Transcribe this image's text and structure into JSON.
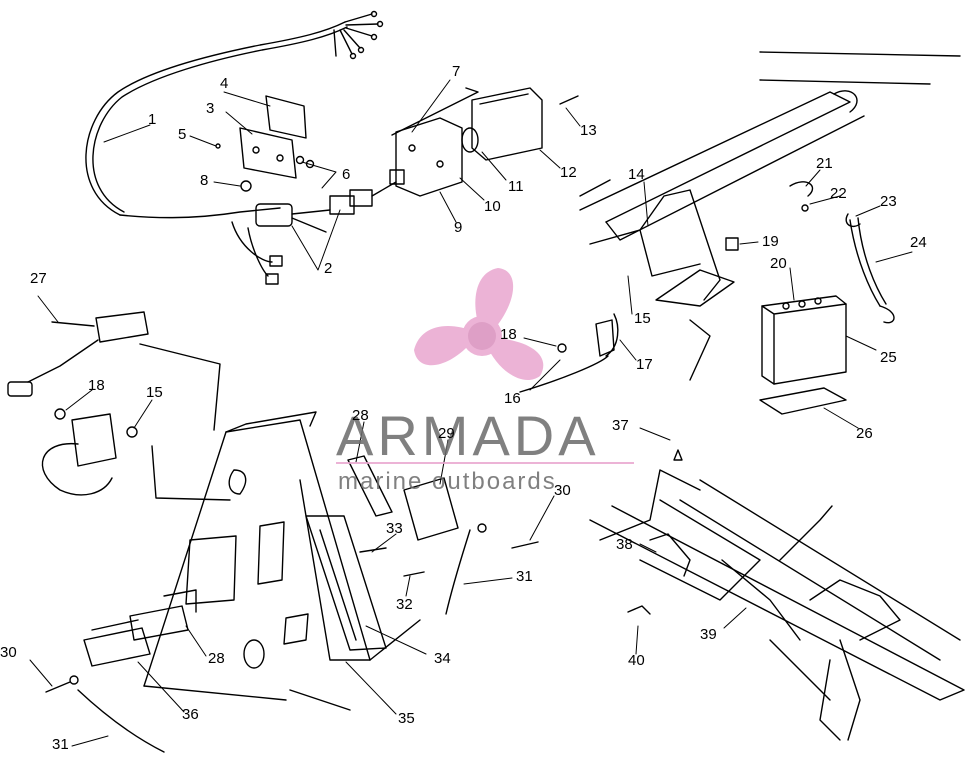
{
  "watermark": {
    "brand": "ARMADA",
    "tagline": "marine outboards",
    "colors": {
      "propeller": "#e9a6cf",
      "text": "#6b6b6b"
    }
  },
  "callouts": {
    "c1": "1",
    "c2": "2",
    "c3": "3",
    "c4": "4",
    "c5": "5",
    "c6": "6",
    "c7": "7",
    "c8": "8",
    "c9": "9",
    "c10": "10",
    "c11": "11",
    "c12": "12",
    "c13": "13",
    "c14": "14",
    "c15a": "15",
    "c15b": "15",
    "c16": "16",
    "c17": "17",
    "c18a": "18",
    "c18b": "18",
    "c19": "19",
    "c20": "20",
    "c21": "21",
    "c22": "22",
    "c23": "23",
    "c24": "24",
    "c25": "25",
    "c26": "26",
    "c27": "27",
    "c28a": "28",
    "c28b": "28",
    "c29": "29",
    "c30a": "30",
    "c30b": "30",
    "c31a": "31",
    "c31b": "31",
    "c32": "32",
    "c33": "33",
    "c34": "34",
    "c35": "35",
    "c36": "36",
    "c37": "37",
    "c38": "38",
    "c39": "39",
    "c40": "40"
  }
}
